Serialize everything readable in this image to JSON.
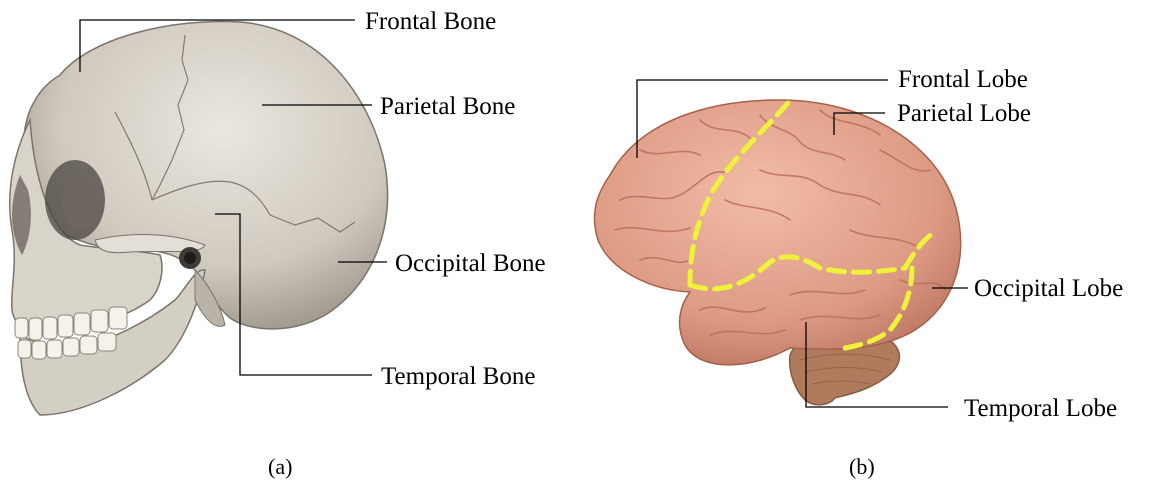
{
  "panel_a": {
    "caption": "(a)",
    "labels": {
      "frontal": "Frontal Bone",
      "parietal": "Parietal Bone",
      "occipital": "Occipital Bone",
      "temporal": "Temporal Bone"
    }
  },
  "panel_b": {
    "caption": "(b)",
    "labels": {
      "frontal": "Frontal Lobe",
      "parietal": "Parietal Lobe",
      "occipital": "Occipital Lobe",
      "temporal": "Temporal Lobe"
    }
  },
  "colors": {
    "bone": "#d6d1c7",
    "bone_shadow": "#8e887e",
    "brain": "#e0a089",
    "brain_fold": "#b8705c",
    "cerebellum": "#b07a5c",
    "boundary": "#eef23a",
    "leader": "#000000"
  }
}
